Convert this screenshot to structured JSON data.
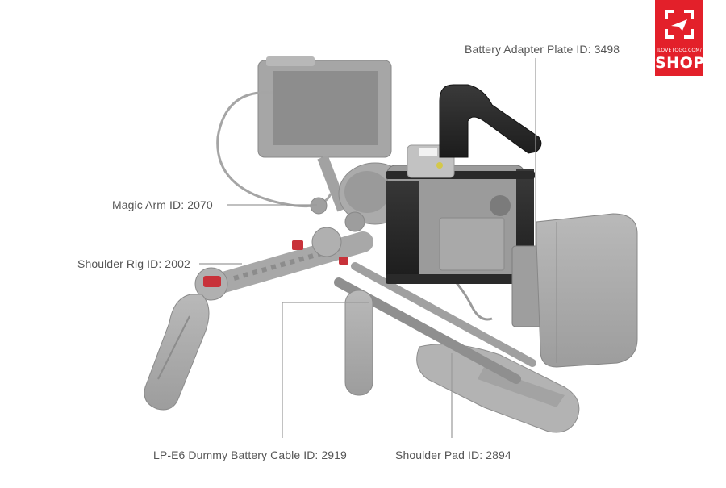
{
  "callouts": {
    "battery_adapter_plate": "Battery Adapter Plate ID: 3498",
    "magic_arm": "Magic Arm ID: 2070",
    "shoulder_rig": "Shoulder Rig ID: 2002",
    "dummy_battery_cable": "LP-E6 Dummy Battery Cable ID: 2919",
    "shoulder_pad": "Shoulder Pad ID: 2894"
  },
  "logo": {
    "tagline": "ILOVETOGO.COM/",
    "shop": "SHOP",
    "color": "#e3202a"
  },
  "colors": {
    "label": "#555555",
    "leader_line": "#9a9a9a",
    "accent_red": "#c8323a"
  }
}
